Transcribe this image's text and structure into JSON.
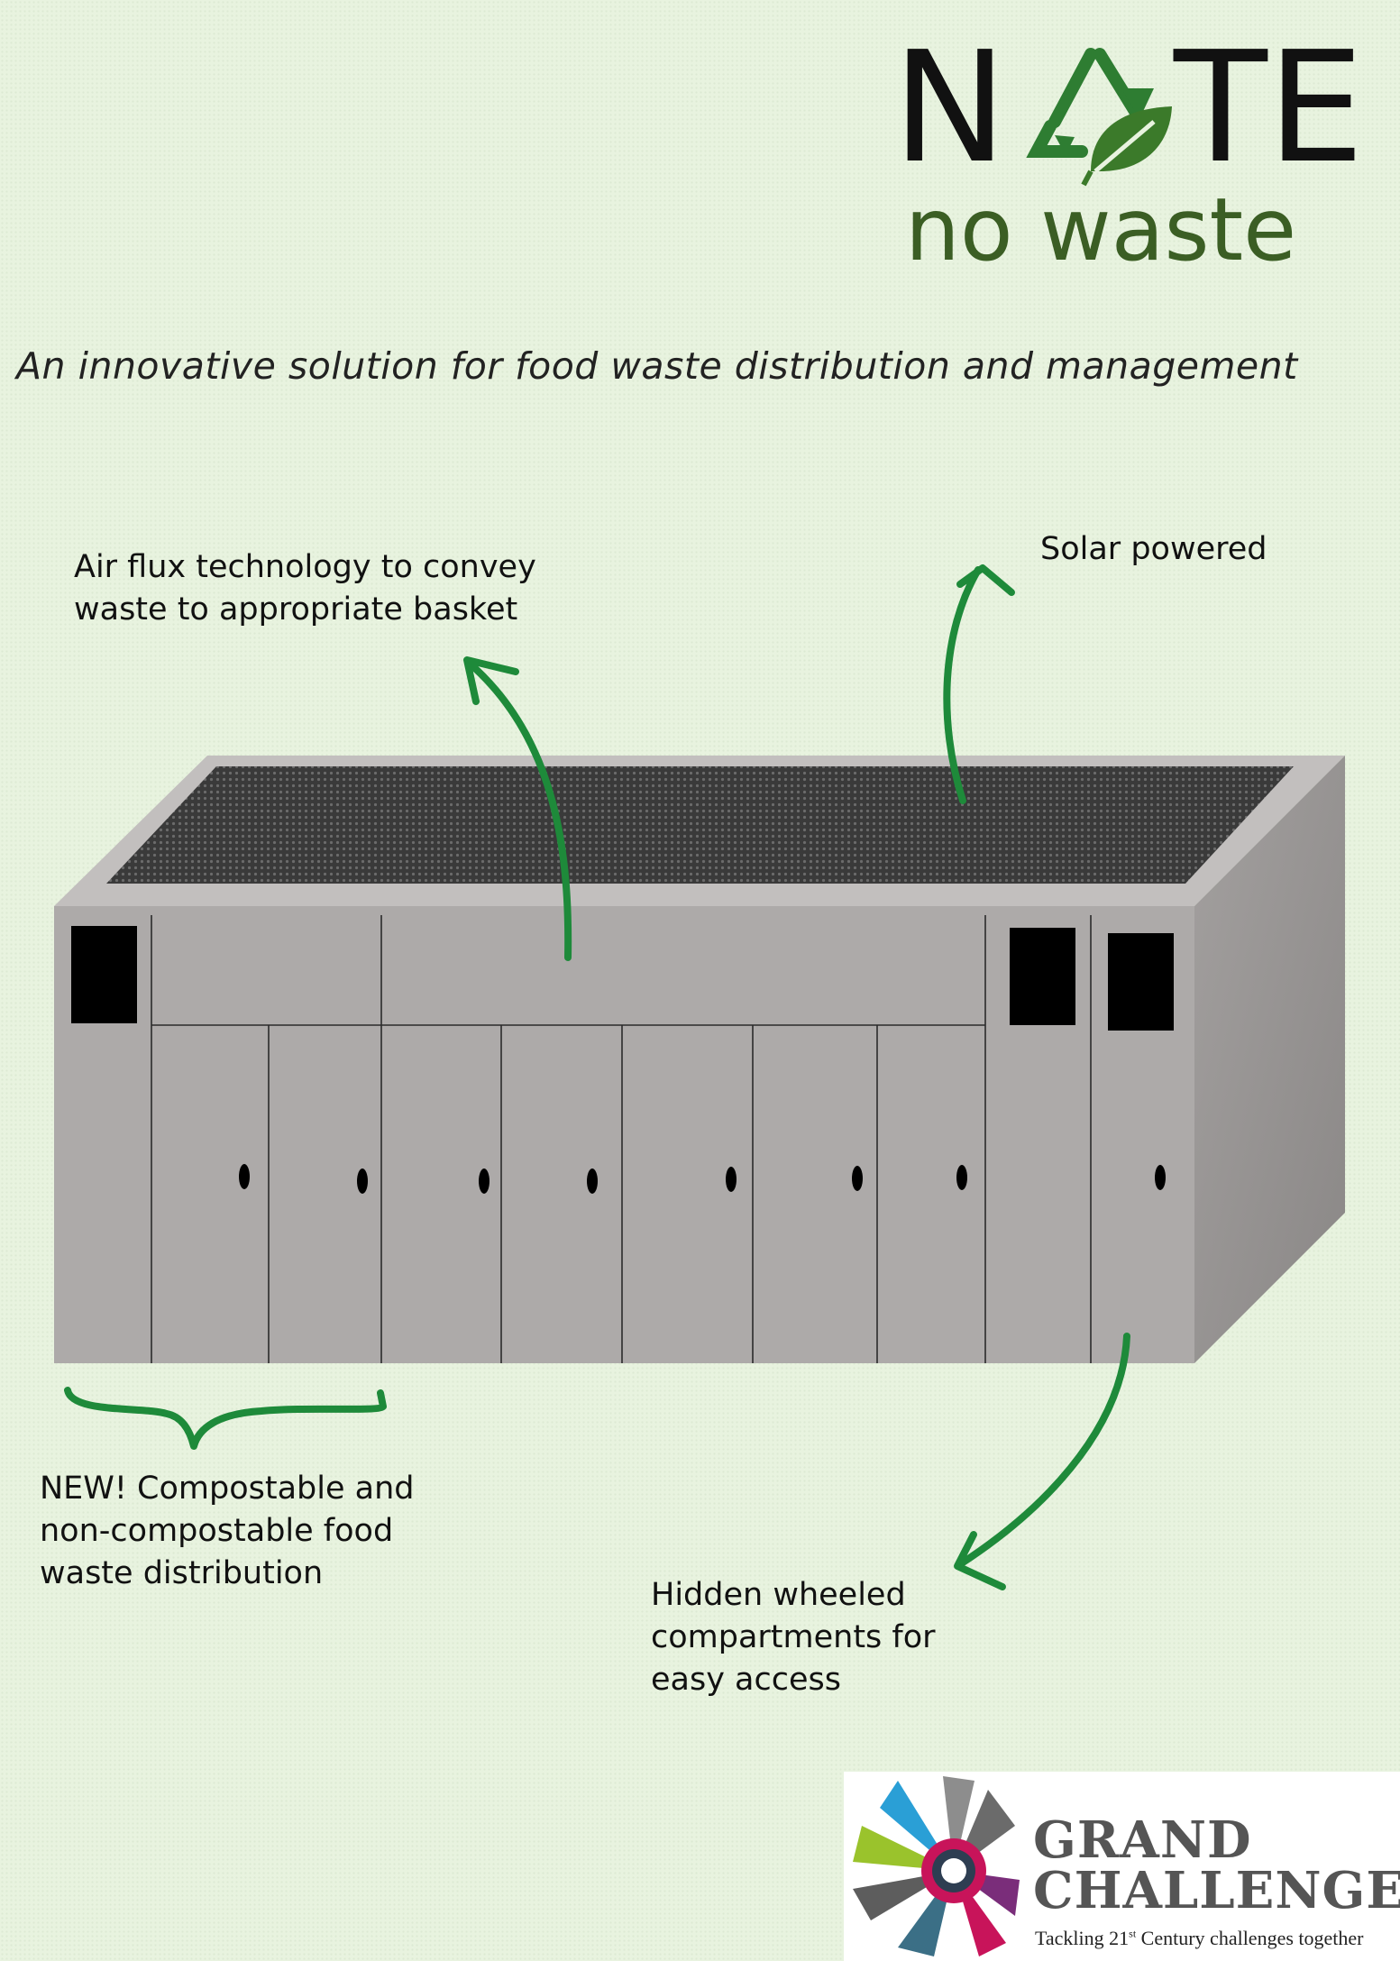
{
  "brand": {
    "title_n": "N",
    "title_te": "TE",
    "subtitle": "no waste",
    "colors": {
      "black": "#111111",
      "green": "#2e7d32",
      "dark_green": "#3b5e24"
    },
    "icon": "recycle-leaf-icon"
  },
  "tagline": "An innovative solution for food waste distribution and management",
  "callouts": {
    "air_flux": "Air flux technology to convey\nwaste to appropriate basket",
    "solar": "Solar powered",
    "new_distribution": "NEW! Compostable and\nnon-compostable food\nwaste distribution",
    "hidden_compartments": "Hidden wheeled\ncompartments for\neasy access"
  },
  "colors": {
    "background": "#e8f3df",
    "arrow_green": "#1e8a3a",
    "machine_front": "#adaaa9",
    "machine_side": "#8f8c8b",
    "machine_top": "#c2bfbe",
    "solar_panel": "#3a3a3a"
  },
  "sponsor": {
    "line1": "GRAND",
    "line2": "CHALLENGES",
    "tagline_pre": "Tackling 21",
    "tagline_sup": "st",
    "tagline_post": " Century challenges together",
    "icon": "grand-challenges-spiral-icon"
  }
}
